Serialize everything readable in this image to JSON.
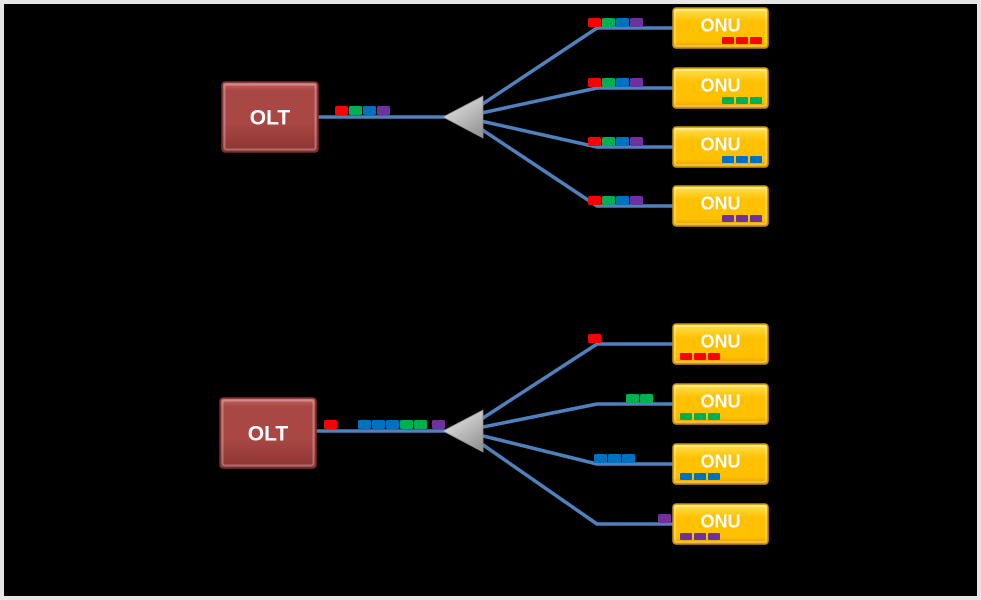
{
  "frame": {
    "background": "#000000",
    "border_color": "#E6E6E6"
  },
  "palette": {
    "fiber_line": "#4E81BD",
    "slot_red": "#FE0000",
    "slot_green": "#00B050",
    "slot_blue": "#0070C0",
    "slot_purple": "#7030A0",
    "olt_top": "#C96A64",
    "olt_mid": "#A84744",
    "olt_bottom": "#8B3431",
    "olt_border": "#772C2A",
    "onu_top": "#FFE97E",
    "onu_hi": "#FFD83D",
    "onu_mid": "#FFC000",
    "onu_bottom": "#E39E00",
    "onu_border": "#C98F00",
    "splitter_light": "#F0F0F0",
    "splitter_dark": "#989898",
    "splitter_border": "#8F8F8F",
    "label_color": "#FFFFFF"
  },
  "diagrams": [
    {
      "id": "downstream-broadcast",
      "olt": {
        "label": "OLT"
      },
      "trunk_slots": [
        {
          "color": "red",
          "units": 1,
          "gap_before": 0
        },
        {
          "color": "green",
          "units": 1,
          "gap_before": 0
        },
        {
          "color": "blue",
          "units": 1,
          "gap_before": 0
        },
        {
          "color": "purple",
          "units": 1,
          "gap_before": 0
        }
      ],
      "onus": [
        {
          "label": "ONU",
          "color": "red",
          "inner_align": "right",
          "inner_slots": [
            "red",
            "red",
            "red"
          ],
          "line_slot_start": 588,
          "line_slots": [
            {
              "color": "red",
              "units": 1
            },
            {
              "color": "green",
              "units": 1
            },
            {
              "color": "blue",
              "units": 1
            },
            {
              "color": "purple",
              "units": 1
            }
          ]
        },
        {
          "label": "ONU",
          "color": "green",
          "inner_align": "right",
          "inner_slots": [
            "green",
            "green",
            "green"
          ],
          "line_slot_start": 588,
          "line_slots": [
            {
              "color": "red",
              "units": 1
            },
            {
              "color": "green",
              "units": 1
            },
            {
              "color": "blue",
              "units": 1
            },
            {
              "color": "purple",
              "units": 1
            }
          ]
        },
        {
          "label": "ONU",
          "color": "blue",
          "inner_align": "right",
          "inner_slots": [
            "blue",
            "blue",
            "blue"
          ],
          "line_slot_start": 588,
          "line_slots": [
            {
              "color": "red",
              "units": 1
            },
            {
              "color": "green",
              "units": 1
            },
            {
              "color": "blue",
              "units": 1
            },
            {
              "color": "purple",
              "units": 1
            }
          ]
        },
        {
          "label": "ONU",
          "color": "purple",
          "inner_align": "right",
          "inner_slots": [
            "purple",
            "purple",
            "purple"
          ],
          "line_slot_start": 588,
          "line_slots": [
            {
              "color": "red",
              "units": 1
            },
            {
              "color": "green",
              "units": 1
            },
            {
              "color": "blue",
              "units": 1
            },
            {
              "color": "purple",
              "units": 1
            }
          ]
        }
      ]
    },
    {
      "id": "upstream-tdma",
      "olt": {
        "label": "OLT"
      },
      "trunk_slots": [
        {
          "color": "red",
          "units": 1,
          "gap_before": 0
        },
        {
          "color": "blue",
          "units": 3,
          "gap_before": 20
        },
        {
          "color": "green",
          "units": 2,
          "gap_before": 0
        },
        {
          "color": "purple",
          "units": 1,
          "gap_before": 4
        }
      ],
      "onus": [
        {
          "label": "ONU",
          "color": "red",
          "inner_align": "left",
          "inner_slots": [
            "red",
            "red",
            "red"
          ],
          "line_slot_start": 588,
          "line_slots": [
            {
              "color": "red",
              "units": 1
            }
          ]
        },
        {
          "label": "ONU",
          "color": "green",
          "inner_align": "left",
          "inner_slots": [
            "green",
            "green",
            "green"
          ],
          "line_slot_start": 626,
          "line_slots": [
            {
              "color": "green",
              "units": 2
            }
          ]
        },
        {
          "label": "ONU",
          "color": "blue",
          "inner_align": "left",
          "inner_slots": [
            "blue",
            "blue",
            "blue"
          ],
          "line_slot_start": 594,
          "line_slots": [
            {
              "color": "blue",
              "units": 3
            }
          ]
        },
        {
          "label": "ONU",
          "color": "purple",
          "inner_align": "left",
          "inner_slots": [
            "purple",
            "purple",
            "purple"
          ],
          "line_slot_start": 658,
          "line_slots": [
            {
              "color": "purple",
              "units": 1
            }
          ]
        }
      ]
    }
  ]
}
